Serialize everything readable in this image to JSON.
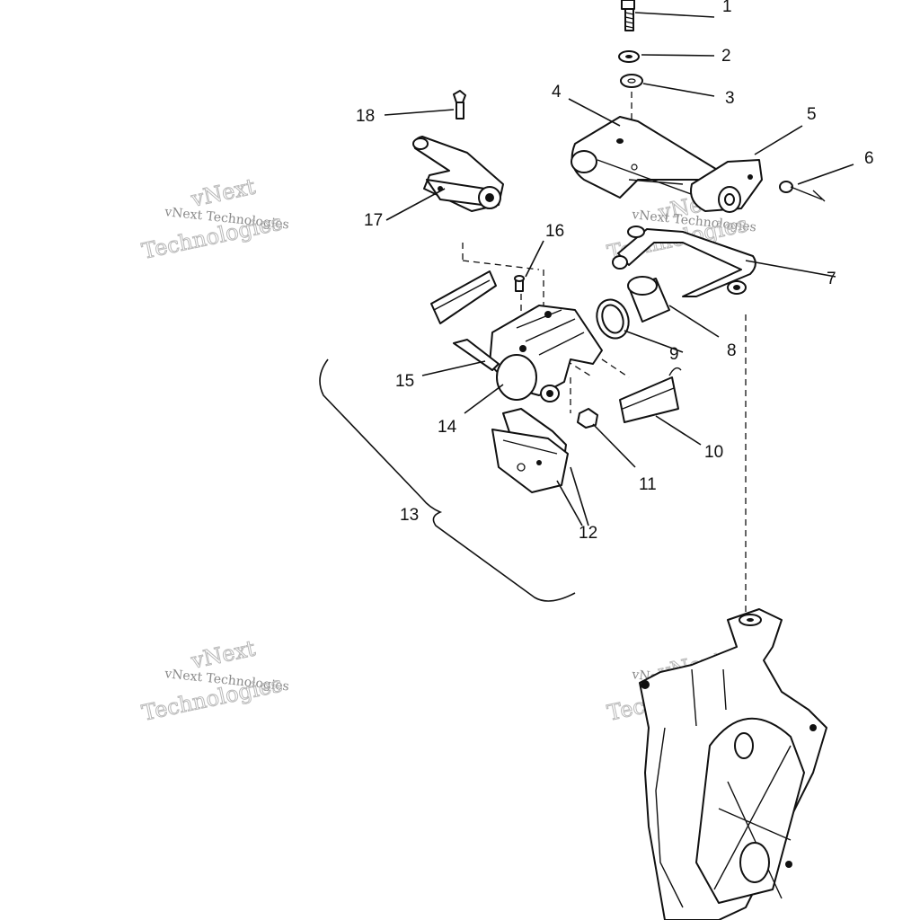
{
  "callouts": [
    {
      "id": "1",
      "label": "1"
    },
    {
      "id": "2",
      "label": "2"
    },
    {
      "id": "3",
      "label": "3"
    },
    {
      "id": "4",
      "label": "4"
    },
    {
      "id": "5",
      "label": "5"
    },
    {
      "id": "6",
      "label": "6"
    },
    {
      "id": "7",
      "label": "7"
    },
    {
      "id": "8",
      "label": "8"
    },
    {
      "id": "9",
      "label": "9"
    },
    {
      "id": "10",
      "label": "10"
    },
    {
      "id": "11",
      "label": "11"
    },
    {
      "id": "12",
      "label": "12"
    },
    {
      "id": "13",
      "label": "13"
    },
    {
      "id": "14",
      "label": "14"
    },
    {
      "id": "15",
      "label": "15"
    },
    {
      "id": "16",
      "label": "16"
    },
    {
      "id": "17",
      "label": "17"
    },
    {
      "id": "18",
      "label": "18"
    }
  ],
  "watermark": {
    "line1": "vNext Technologies",
    "line2": "Technologies",
    "word": "vNext"
  }
}
